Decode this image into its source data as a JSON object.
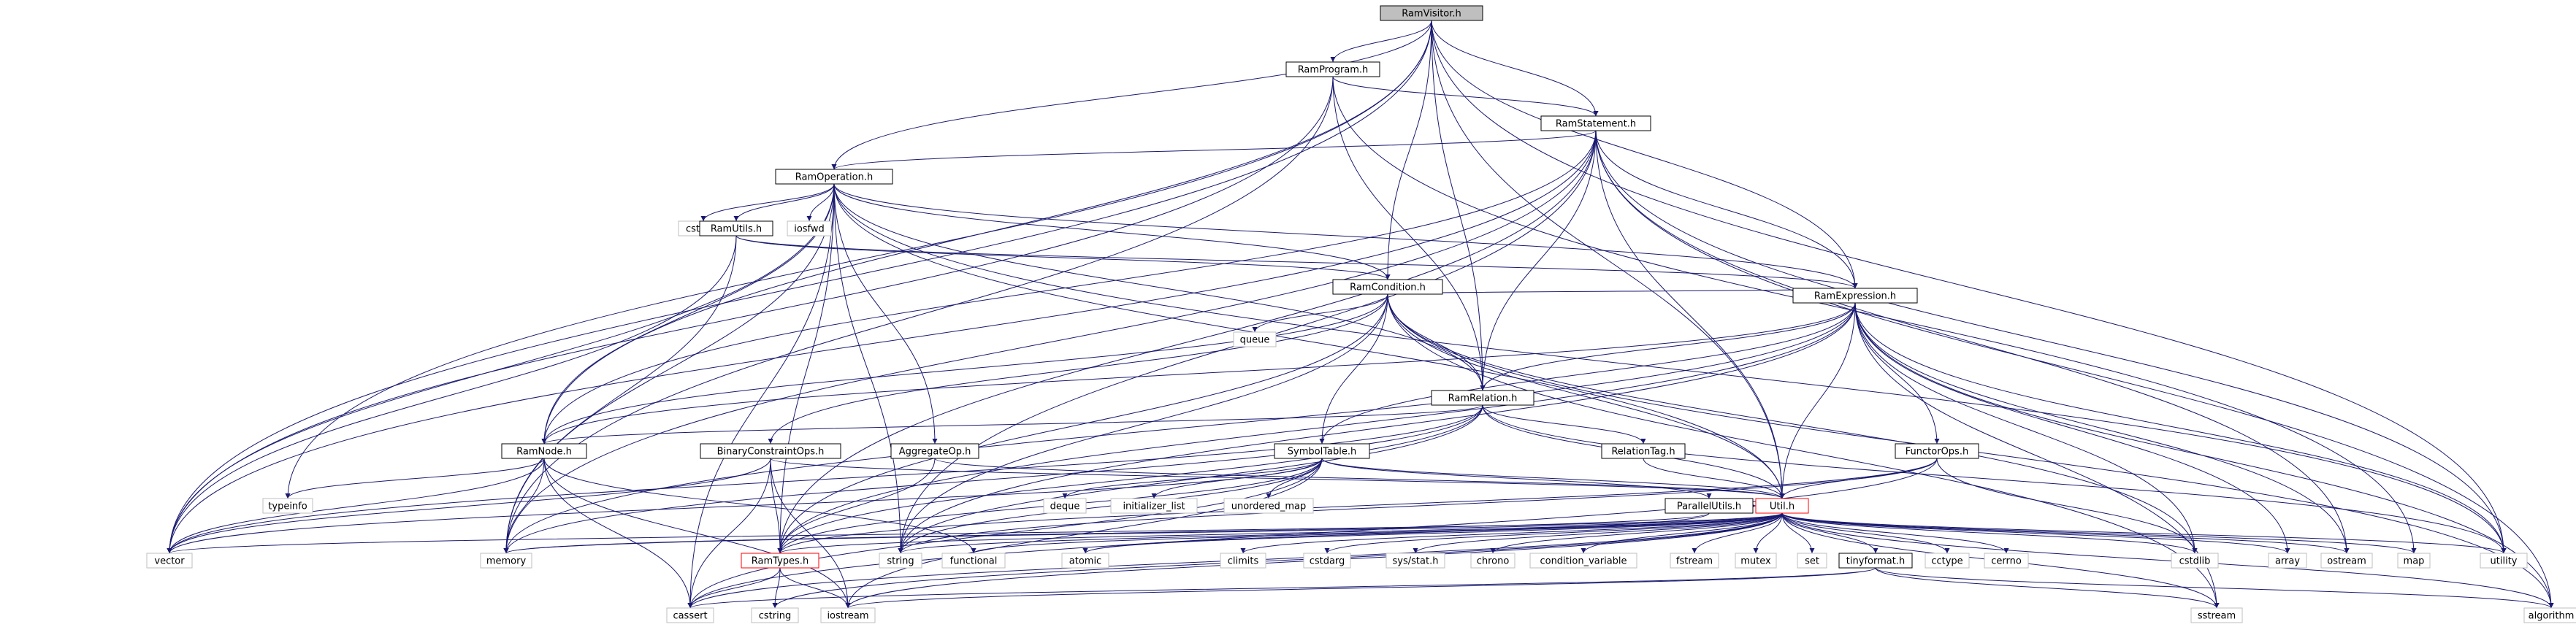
{
  "diagram": {
    "type": "include-dependency-graph",
    "colors": {
      "edge": "#191970",
      "local_border": "#000000",
      "system_border": "#bfbfbf",
      "root_fill": "#bfbfbf",
      "alert_border": "#ff0000"
    },
    "nodes": {
      "ramvisitor": "RamVisitor.h",
      "ramprogram": "RamProgram.h",
      "ramstatement": "RamStatement.h",
      "ramoperation": "RamOperation.h",
      "cstddef": "cstddef",
      "ramutils": "RamUtils.h",
      "iosfwd": "iosfwd",
      "ramcondition": "RamCondition.h",
      "queue": "queue",
      "ramexpression": "RamExpression.h",
      "ramrelation": "RamRelation.h",
      "ramnode": "RamNode.h",
      "binaryconstraintops": "BinaryConstraintOps.h",
      "aggregateop": "AggregateOp.h",
      "symboltable": "SymbolTable.h",
      "relationtag": "RelationTag.h",
      "functorops": "FunctorOps.h",
      "typeinfo": "typeinfo",
      "deque": "deque",
      "initializer_list": "initializer_list",
      "unordered_map": "unordered_map",
      "parallelutils": "ParallelUtils.h",
      "util": "Util.h",
      "vector": "vector",
      "memory": "memory",
      "ramtypes": "RamTypes.h",
      "string": "string",
      "functional": "functional",
      "atomic": "atomic",
      "climits": "climits",
      "cstdarg": "cstdarg",
      "sysstat": "sys/stat.h",
      "chrono": "chrono",
      "condition_variable": "condition_variable",
      "fstream": "fstream",
      "mutex": "mutex",
      "set": "set",
      "tinyformat": "tinyformat.h",
      "cctype": "cctype",
      "cerrno": "cerrno",
      "cstdlib": "cstdlib",
      "array": "array",
      "ostream": "ostream",
      "map": "map",
      "utility": "utility",
      "cassert": "cassert",
      "cstring": "cstring",
      "iostream": "iostream",
      "sstream": "sstream",
      "algorithm": "algorithm"
    }
  }
}
